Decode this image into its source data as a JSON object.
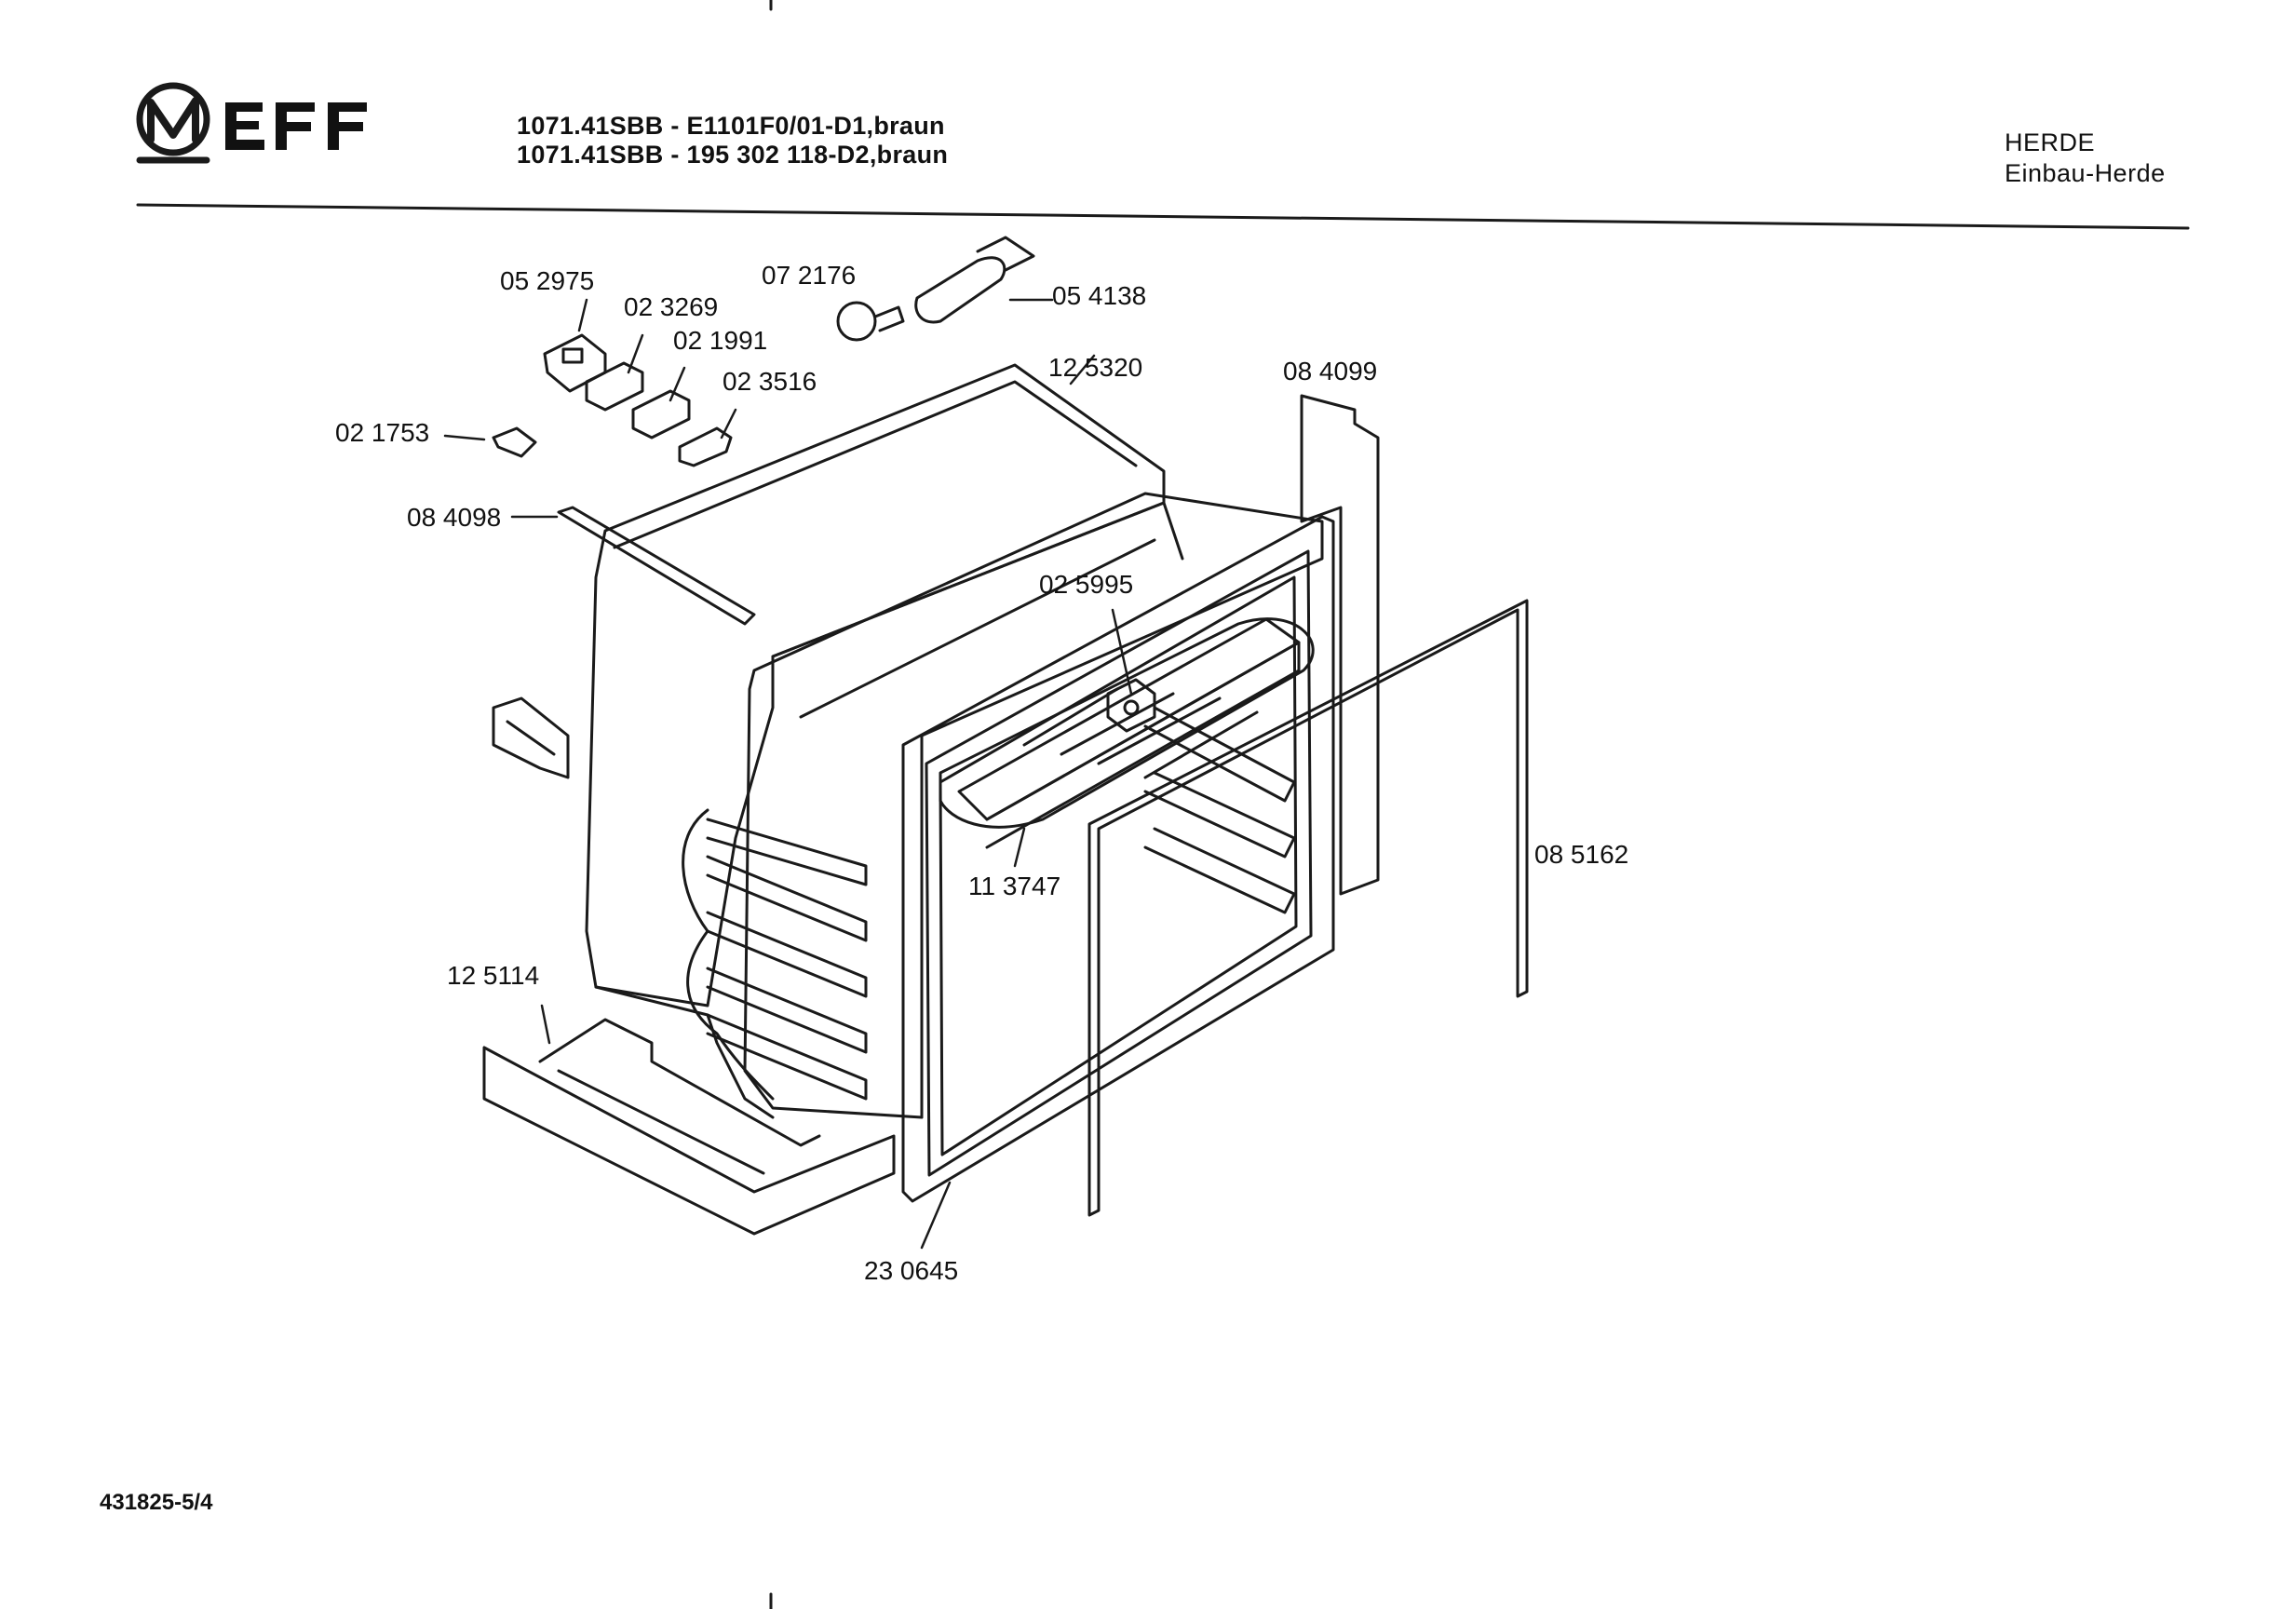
{
  "brand": "NEFF",
  "header": {
    "model_line_1": "1071.41SBB - E1101F0/01-D1,braun",
    "model_line_2": "1071.41SBB - 195 302 118-D2,braun",
    "category": "HERDE",
    "subcategory": "Einbau-Herde"
  },
  "parts": {
    "p052975": "05 2975",
    "p023269": "02 3269",
    "p072176": "07 2176",
    "p054138": "05 4138",
    "p021991": "02 1991",
    "p023516": "02 3516",
    "p021753": "02 1753",
    "p125320": "12 5320",
    "p084099": "08 4099",
    "p084098": "08 4098",
    "p025995": "02 5995",
    "p085162": "08 5162",
    "p113747": "11 3747",
    "p125114": "12 5114",
    "p230645": "23 0645"
  },
  "footer": {
    "doc_code": "431825-5/4"
  }
}
